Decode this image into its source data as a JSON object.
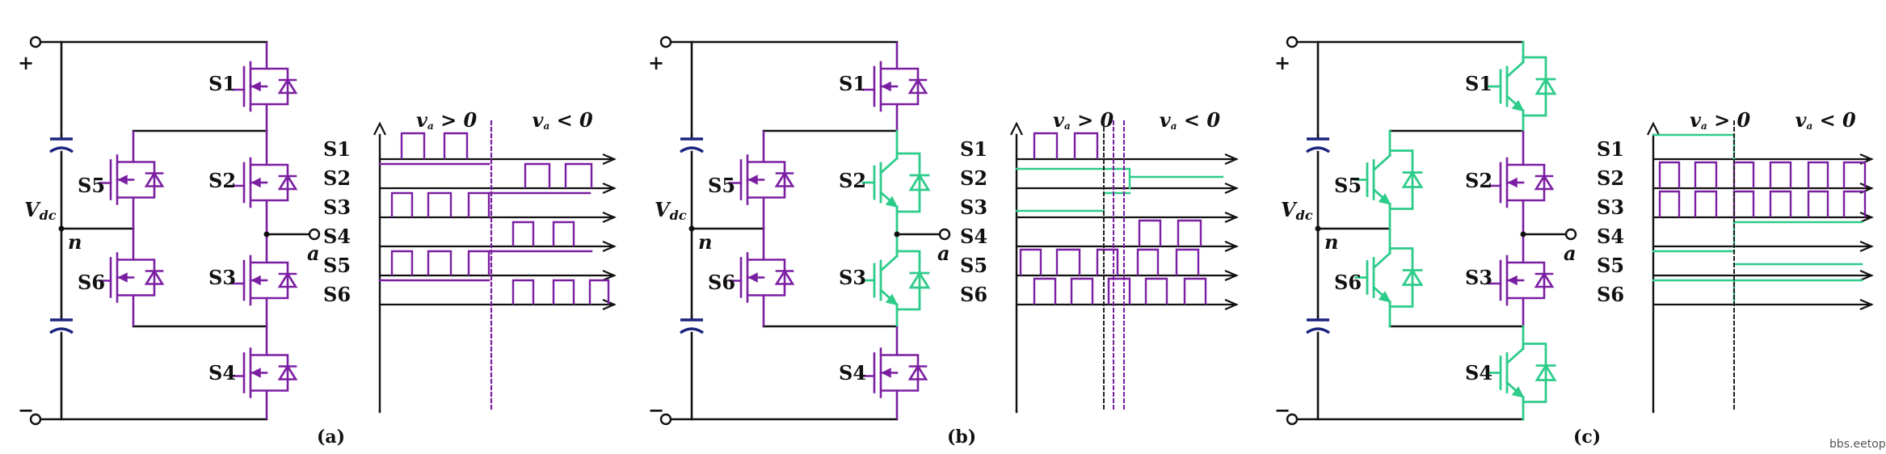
{
  "watermark": "bbs.eetop.cn",
  "colors": {
    "wire": "#111111",
    "mosfet": "#7b1fa2",
    "igbt": "#2ecc8a",
    "capacitor": "#1a237e",
    "divider": "#7b1fa2",
    "dashed_black": "#222222"
  },
  "icons": {
    "mosfet": "mosfet-switch-icon",
    "igbt": "igbt-switch-icon",
    "capacitor": "capacitor-icon",
    "terminal": "terminal-circle-icon"
  },
  "panels": [
    {
      "caption": "(a)",
      "circuit": {
        "plus": "+",
        "minus": "−",
        "vdc": "V",
        "vdc_sub": "dc",
        "n_label": "n",
        "a_label": "a",
        "switches": [
          {
            "label": "S1",
            "type": "mosfet"
          },
          {
            "label": "S2",
            "type": "mosfet"
          },
          {
            "label": "S3",
            "type": "mosfet"
          },
          {
            "label": "S4",
            "type": "mosfet"
          },
          {
            "label": "S5",
            "type": "mosfet"
          },
          {
            "label": "S6",
            "type": "mosfet"
          }
        ]
      },
      "timing": {
        "cond_pos": "v",
        "cond_pos_sub": "a",
        "cond_pos_rel": "> 0",
        "cond_neg": "v",
        "cond_neg_sub": "a",
        "cond_neg_rel": "< 0",
        "rows": [
          "S1",
          "S2",
          "S3",
          "S4",
          "S5",
          "S6"
        ]
      }
    },
    {
      "caption": "(b)",
      "circuit": {
        "plus": "+",
        "minus": "−",
        "vdc": "V",
        "vdc_sub": "dc",
        "n_label": "n",
        "a_label": "a",
        "switches": [
          {
            "label": "S1",
            "type": "mosfet"
          },
          {
            "label": "S2",
            "type": "igbt"
          },
          {
            "label": "S3",
            "type": "igbt"
          },
          {
            "label": "S4",
            "type": "mosfet"
          },
          {
            "label": "S5",
            "type": "mosfet"
          },
          {
            "label": "S6",
            "type": "mosfet"
          }
        ]
      },
      "timing": {
        "cond_pos": "v",
        "cond_pos_sub": "a",
        "cond_pos_rel": "> 0",
        "cond_neg": "v",
        "cond_neg_sub": "a",
        "cond_neg_rel": "< 0",
        "rows": [
          "S1",
          "S2",
          "S3",
          "S4",
          "S5",
          "S6"
        ]
      }
    },
    {
      "caption": "(c)",
      "circuit": {
        "plus": "+",
        "minus": "−",
        "vdc": "V",
        "vdc_sub": "dc",
        "n_label": "n",
        "a_label": "a",
        "switches": [
          {
            "label": "S1",
            "type": "igbt"
          },
          {
            "label": "S2",
            "type": "mosfet"
          },
          {
            "label": "S3",
            "type": "mosfet"
          },
          {
            "label": "S4",
            "type": "igbt"
          },
          {
            "label": "S5",
            "type": "igbt"
          },
          {
            "label": "S6",
            "type": "igbt"
          }
        ]
      },
      "timing": {
        "cond_pos": "v",
        "cond_pos_sub": "a",
        "cond_pos_rel": "> 0",
        "cond_neg": "v",
        "cond_neg_sub": "a",
        "cond_neg_rel": "< 0",
        "rows": [
          "S1",
          "S2",
          "S3",
          "S4",
          "S5",
          "S6"
        ]
      }
    }
  ]
}
